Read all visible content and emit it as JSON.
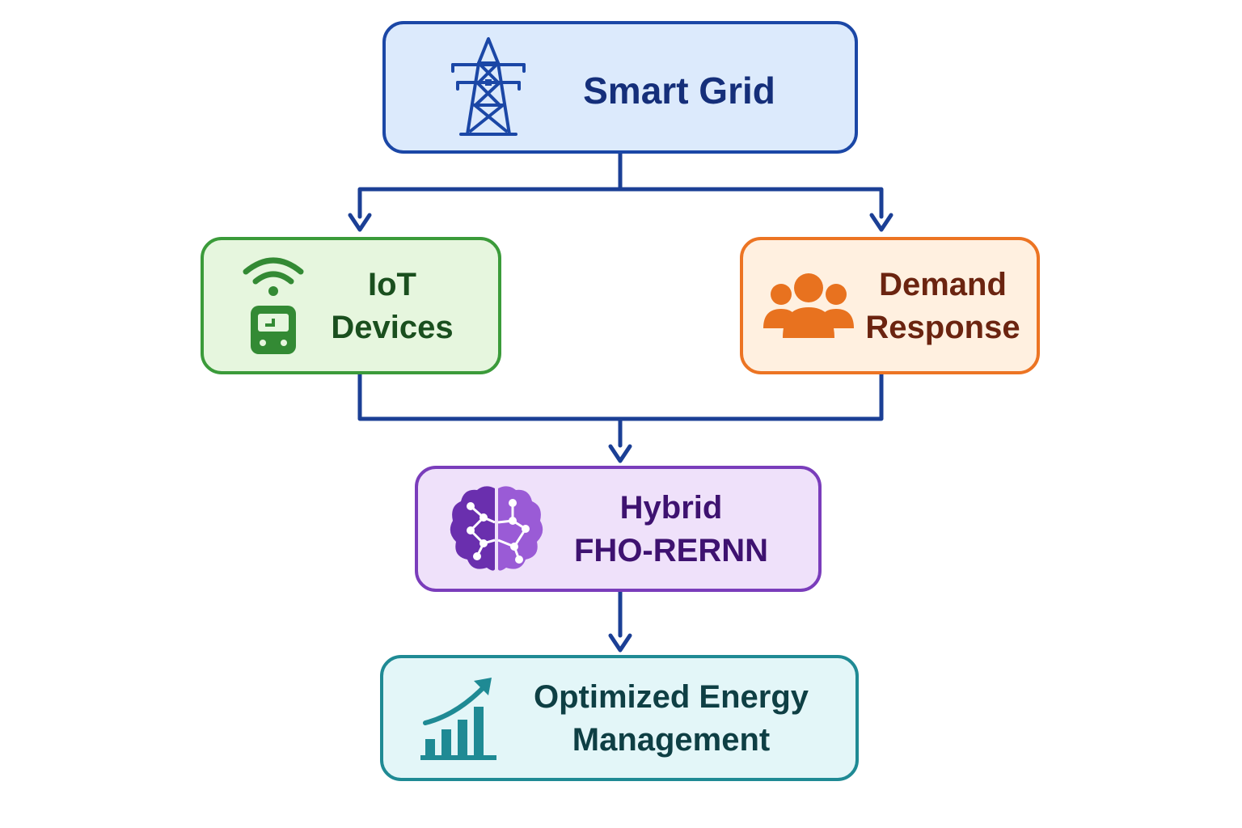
{
  "colors": {
    "connector": "#1b3f95",
    "smart_grid": {
      "fill": "#dceafc",
      "border": "#1b47a6",
      "text": "#152f7a",
      "icon": "#1b47a6"
    },
    "iot": {
      "fill": "#e6f6de",
      "border": "#3b9b3a",
      "text": "#1a4f1e",
      "icon": "#338a34"
    },
    "demand": {
      "fill": "#fff0e0",
      "border": "#ec7423",
      "text": "#6b2410",
      "icon": "#e8721f"
    },
    "hybrid": {
      "fill": "#efe1fa",
      "border": "#7a3dbb",
      "text": "#3e1270",
      "icon": "#7a3dbb"
    },
    "optimized": {
      "fill": "#e3f6f8",
      "border": "#1f8a94",
      "text": "#0e3f44",
      "icon": "#1f8a94"
    }
  },
  "nodes": {
    "smart_grid": {
      "lines": [
        "Smart Grid"
      ],
      "icon": "transmission-tower-icon"
    },
    "iot_devices": {
      "lines": [
        "IoT",
        "Devices"
      ],
      "icon": "wifi-meter-icon"
    },
    "demand_response": {
      "lines": [
        "Demand",
        "Response"
      ],
      "icon": "people-group-icon"
    },
    "hybrid_model": {
      "lines": [
        "Hybrid",
        "FHO-RERNN"
      ],
      "icon": "brain-network-icon"
    },
    "optimized_energy": {
      "lines": [
        "Optimized Energy",
        "Management"
      ],
      "icon": "growth-chart-icon"
    }
  },
  "edges": [
    {
      "from": "Smart Grid",
      "to": "IoT Devices"
    },
    {
      "from": "Smart Grid",
      "to": "Demand Response"
    },
    {
      "from": "IoT Devices",
      "to": "Hybrid FHO-RERNN"
    },
    {
      "from": "Demand Response",
      "to": "Hybrid FHO-RERNN"
    },
    {
      "from": "Hybrid FHO-RERNN",
      "to": "Optimized Energy Management"
    }
  ]
}
